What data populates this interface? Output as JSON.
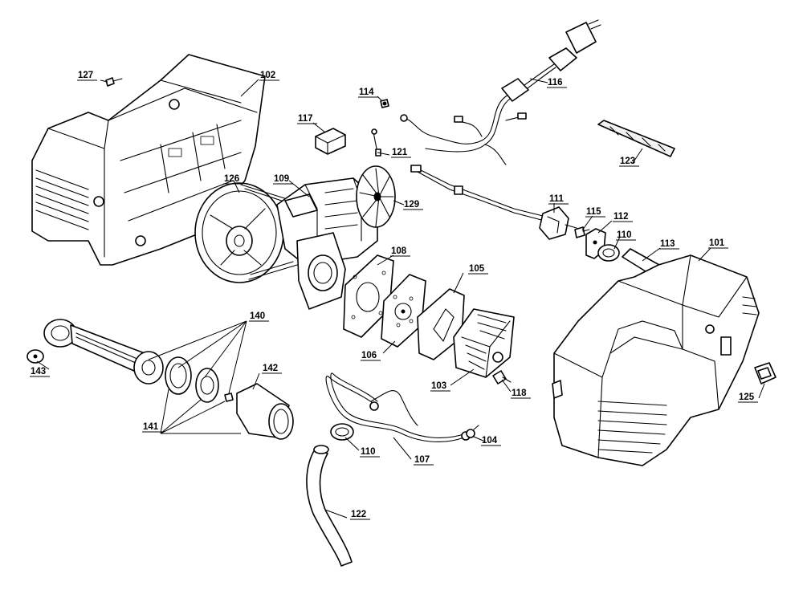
{
  "diagram": {
    "callouts": [
      {
        "id": "c101",
        "label": "101"
      },
      {
        "id": "c102",
        "label": "102"
      },
      {
        "id": "c103",
        "label": "103"
      },
      {
        "id": "c104",
        "label": "104"
      },
      {
        "id": "c105",
        "label": "105"
      },
      {
        "id": "c106",
        "label": "106"
      },
      {
        "id": "c107",
        "label": "107"
      },
      {
        "id": "c108",
        "label": "108"
      },
      {
        "id": "c109",
        "label": "109"
      },
      {
        "id": "c110a",
        "label": "110"
      },
      {
        "id": "c110b",
        "label": "110"
      },
      {
        "id": "c111",
        "label": "111"
      },
      {
        "id": "c112",
        "label": "112"
      },
      {
        "id": "c113",
        "label": "113"
      },
      {
        "id": "c114",
        "label": "114"
      },
      {
        "id": "c115",
        "label": "115"
      },
      {
        "id": "c116",
        "label": "116"
      },
      {
        "id": "c117",
        "label": "117"
      },
      {
        "id": "c118",
        "label": "118"
      },
      {
        "id": "c121",
        "label": "121"
      },
      {
        "id": "c122",
        "label": "122"
      },
      {
        "id": "c123",
        "label": "123"
      },
      {
        "id": "c125",
        "label": "125"
      },
      {
        "id": "c126",
        "label": "126"
      },
      {
        "id": "c127",
        "label": "127"
      },
      {
        "id": "c129",
        "label": "129"
      },
      {
        "id": "c140",
        "label": "140"
      },
      {
        "id": "c141",
        "label": "141"
      },
      {
        "id": "c142",
        "label": "142"
      },
      {
        "id": "c143",
        "label": "143"
      }
    ]
  }
}
